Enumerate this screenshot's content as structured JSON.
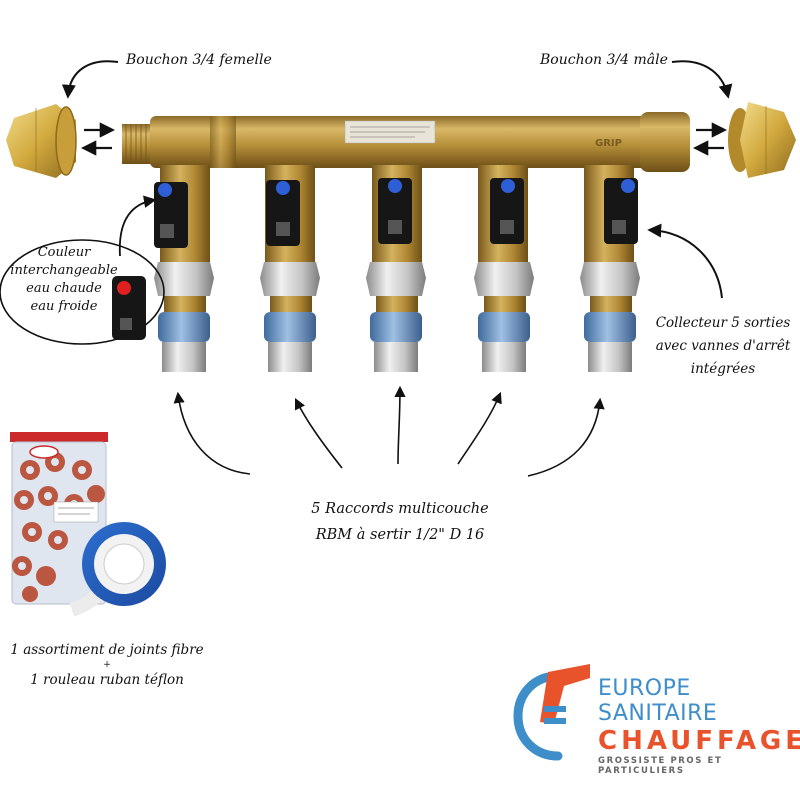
{
  "labels": {
    "cap_female": "Bouchon 3/4 femelle",
    "cap_male": "Bouchon 3/4 mâle",
    "color_note_line1": "Couleur",
    "color_note_line2": "interchangeable",
    "color_note_line3": "eau chaude",
    "color_note_line4": "eau froide",
    "collector_line1": "Collecteur 5 sorties",
    "collector_line2": "avec vannes d'arrêt",
    "collector_line3": "intégrées",
    "fittings_line1": "5 Raccords multicouche",
    "fittings_line2": "RBM à sertir 1/2\" D 16",
    "accessories_line1": "1 assortiment de joints fibre",
    "accessories_plus": "+",
    "accessories_line2": "1 rouleau ruban téflon"
  },
  "logo": {
    "line1": "EUROPE SANITAIRE",
    "line2": "CHAUFFAGE",
    "line3": "GROSSISTE PROS ET PARTICULIERS",
    "blue": "#3d8ec9",
    "orange": "#e8532b"
  },
  "colors": {
    "brass": "#b8913a",
    "brass_dark": "#7a5a1c",
    "handle": "#1a1a1a",
    "cold_dot": "#2f5fd6",
    "hot_dot": "#e02020",
    "pex_blue": "#5a86b8"
  }
}
